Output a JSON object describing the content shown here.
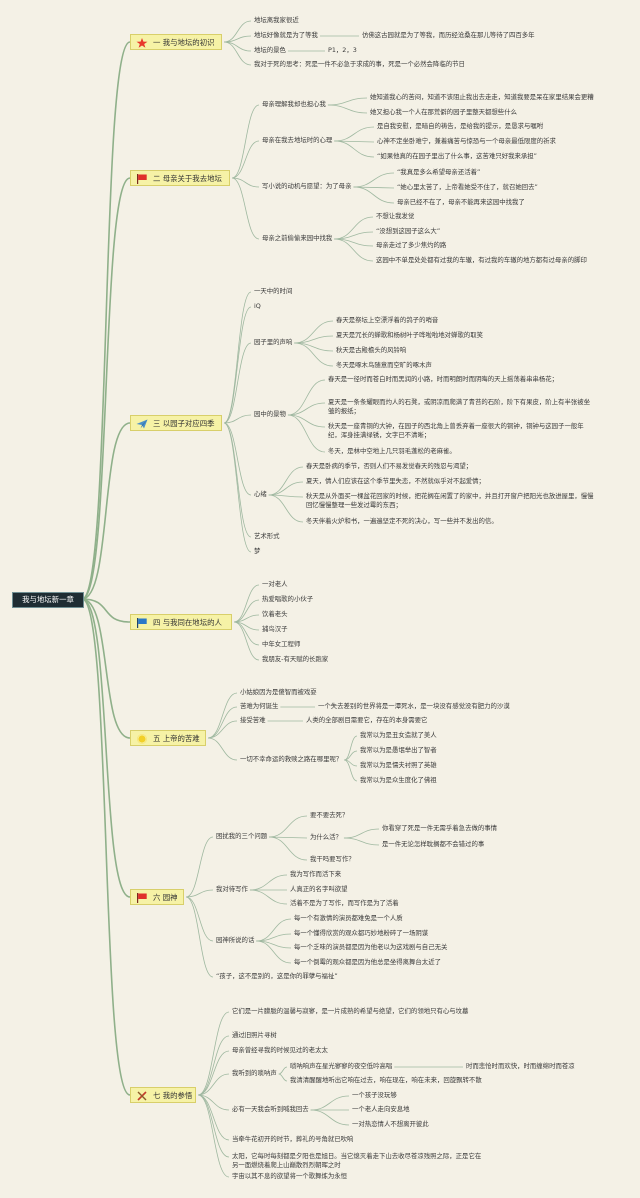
{
  "title": "我与地坛新一章",
  "categories": [
    {
      "label": "一 我与地坛的初识",
      "icon": "star-icon"
    },
    {
      "label": "二 母亲关于我去地坛",
      "icon": "red-flag-icon"
    },
    {
      "label": "三 以园子对应四季",
      "icon": "paper-plane-icon"
    },
    {
      "label": "四 与我同在地坛的人",
      "icon": "blue-flag-icon"
    },
    {
      "label": "五 上帝的苦难",
      "icon": "sun-icon"
    },
    {
      "label": "六 园神",
      "icon": "red-flag-icon"
    },
    {
      "label": "七 我的参悟",
      "icon": "tools-icon"
    }
  ],
  "nodes": {
    "c1a": "地坛离我家很近",
    "c1b": "地坛好像就是为了等我",
    "c1b1": "仿佛这古园就是为了等我，而历经沧桑在那儿等待了四百多年",
    "c1c": "地坛的景色",
    "c1c1": "P1，2，3",
    "c1d": "我对于死的思考：死是一件不必急于求成的事，死是一个必然会降临的节日",
    "c2a": "母亲理解我却也担心我",
    "c2a1": "她知道我心的苦闷，知道不该阻止我出去走走，知道我要是呆在家里结果会更糟",
    "c2a2": "她又担心我一个人在那荒僻的园子里整天都想些什么",
    "c2b": "母亲在我去地坛时的心理",
    "c2b1": "是自我安慰，是暗自的祷告，是给我的提示，是恳求与嘱咐",
    "c2b2": "心神不定坐卧难宁，兼着痛苦与惊恐与一个母亲最低限度的祈求",
    "c2b3": "“如果他真的在园子里出了什么事，这苦难只好我来承担”",
    "c2c": "写小说的动机与愿望：为了母亲",
    "c2c1": "“我真是多么希望母亲还活着”",
    "c2c2": "“她心里太苦了，上帝看她受不住了，就召她回去”",
    "c2c3": "母亲已经不在了，母亲不能再来这园中找我了",
    "c2d": "母亲之前偷偷来园中找我",
    "c2d1": "不想让我发觉",
    "c2d2": "“没想到这园子这么大”",
    "c2d3": "母亲走过了多少焦灼的路",
    "c2d4": "这园中不单是处处都有过我的车辙，有过我的车辙的地方都有过母亲的脚印",
    "c3a": "一天中的时间",
    "c3b": "iQ",
    "c3c": "园子里的声响",
    "c3c1": "春天是祭坛上空漂浮着的鸽子的哨音",
    "c3c2": "夏天是冗长的蝉歌和杨树叶子哗啦啦地对蝉歌的取笑",
    "c3c3": "秋天是古殿檐头的风铃响",
    "c3c4": "冬天是啄木鸟随意而空旷的啄木声",
    "c3d": "园中的景物",
    "c3d1": "春天是一径时而苍白时而黑润的小路，时而明朗时而阴晦的天上摇荡着串串杨花；",
    "c3d2": "夏天是一条条耀眼而灼人的石凳，或阴凉而爬满了青苔的石阶，阶下有果皮，阶上有半张被坐皱的报纸；",
    "c3d3": "秋天是一座青铜的大钟，在园子的西北角上曾丢弃着一座很大的铜钟，铜钟与这园子一般年纪，浑身挂满绿锈，文字已不清晰；",
    "c3d4": "冬天，是林中空地上几只羽毛蓬松的老麻雀。",
    "c3e": "心绪",
    "c3e1": "春天是卧病的季节，否则人们不易发觉春天的残忍与渴望；",
    "c3e2": "夏天，情人们应该在这个季节里失恋，不然就似乎对不起爱情；",
    "c3e3": "秋天是从外面买一棵盆花回家的时候，把花搁在闲置了的家中，并且打开窗户把阳光也放进屋里，慢慢回忆慢慢整理一些发过霉的东西；",
    "c3e4": "冬天伴着火炉和书，一遍遍坚定不死的决心，写一些并不发出的信。",
    "c3f": "艺术形式",
    "c3g": "梦",
    "c4a": "一对老人",
    "c4b": "热爱唱歌的小伙子",
    "c4c": "饮着老头",
    "c4d": "捕鸟汉子",
    "c4e": "中年女工程师",
    "c4f": "我朋友-有天赋的长跑家",
    "c5a": "小姑娘因为是傻智而被戏耍",
    "c5b": "苦难为何诞生",
    "c5b1": "一个失去差别的世界将是一潭死水，是一块没有感觉没有肥力的沙漠",
    "c5c": "接受苦难",
    "c5c1": "人类的全部剧目需要它，存在的本身需要它",
    "c5d": "一切不幸命运的救赎之路在哪里呢？",
    "c5d1": "我常以为是丑女造就了美人",
    "c5d2": "我常以为是愚氓举出了智者",
    "c5d3": "我常以为是懦夫衬照了英雄",
    "c5d4": "我常以为是众生度化了佛祖",
    "c6a": "困扰我的三个问题",
    "c6a1": "要不要去死？",
    "c6a2": "为什么活？",
    "c6a21": "你看穿了死是一件无需乎着急去做的事情",
    "c6a22": "是一件无论怎样耽搁都不会错过的事",
    "c6a3": "我干吗要写作？",
    "c6b": "我对待写作",
    "c6b1": "我为写作而活下来",
    "c6b2": "人真正的名字叫欲望",
    "c6b3": "活着不是为了写作，而写作是为了活着",
    "c6c": "园神所说的话",
    "c6c1": "每一个有激情的演员都难免是一个人质",
    "c6c2": "每一个懂得欣赏的观众都巧妙地粉碎了一场阴谋",
    "c6c3": "每一个乏味的演员都是因为他老以为这戏剧与自己无关",
    "c6c4": "每一个倒霉的观众都是因为他总是坐得离舞台太近了",
    "c6d": "“孩子，这不是别的，这是你的罪孽与福祉”",
    "c7a": "它们是一片朦胧的温馨与寂寥，是一片成熟的希望与绝望，它们的领地只有心与坟墓",
    "c7b": "通过旧照片寻树",
    "c7c": "母亲曾经寻我的时候见过的老太太",
    "c7d": "我听到的唢呐声",
    "c7d1": "唢呐响声在星光寥寥的夜空低吟高唱",
    "c7d11": "时而悲怆时而欢快，时而缠绵时而苍凉",
    "c7d2": "我清清醒醒地听出它响在过去，响在现在，响在未来，回旋飘转不散",
    "c7e": "必有一天我会听到喊我回去",
    "c7e1": "一个孩子没玩够",
    "c7e2": "一个老人走向安息地",
    "c7e3": "一对热恋情人不想离开彼此",
    "c7f": "当牵牛花初开的时节，葬礼的号角就已吹响",
    "c7g": "太阳，它每时每刻都是夕阳也是旭日。当它熄灭着走下山去收尽苍凉残照之际，正是它在另一面燃烧着爬上山巅散烈烈朝晖之时",
    "c7h": "宇宙以其不息的欲望将一个歌舞炼为永恒"
  }
}
